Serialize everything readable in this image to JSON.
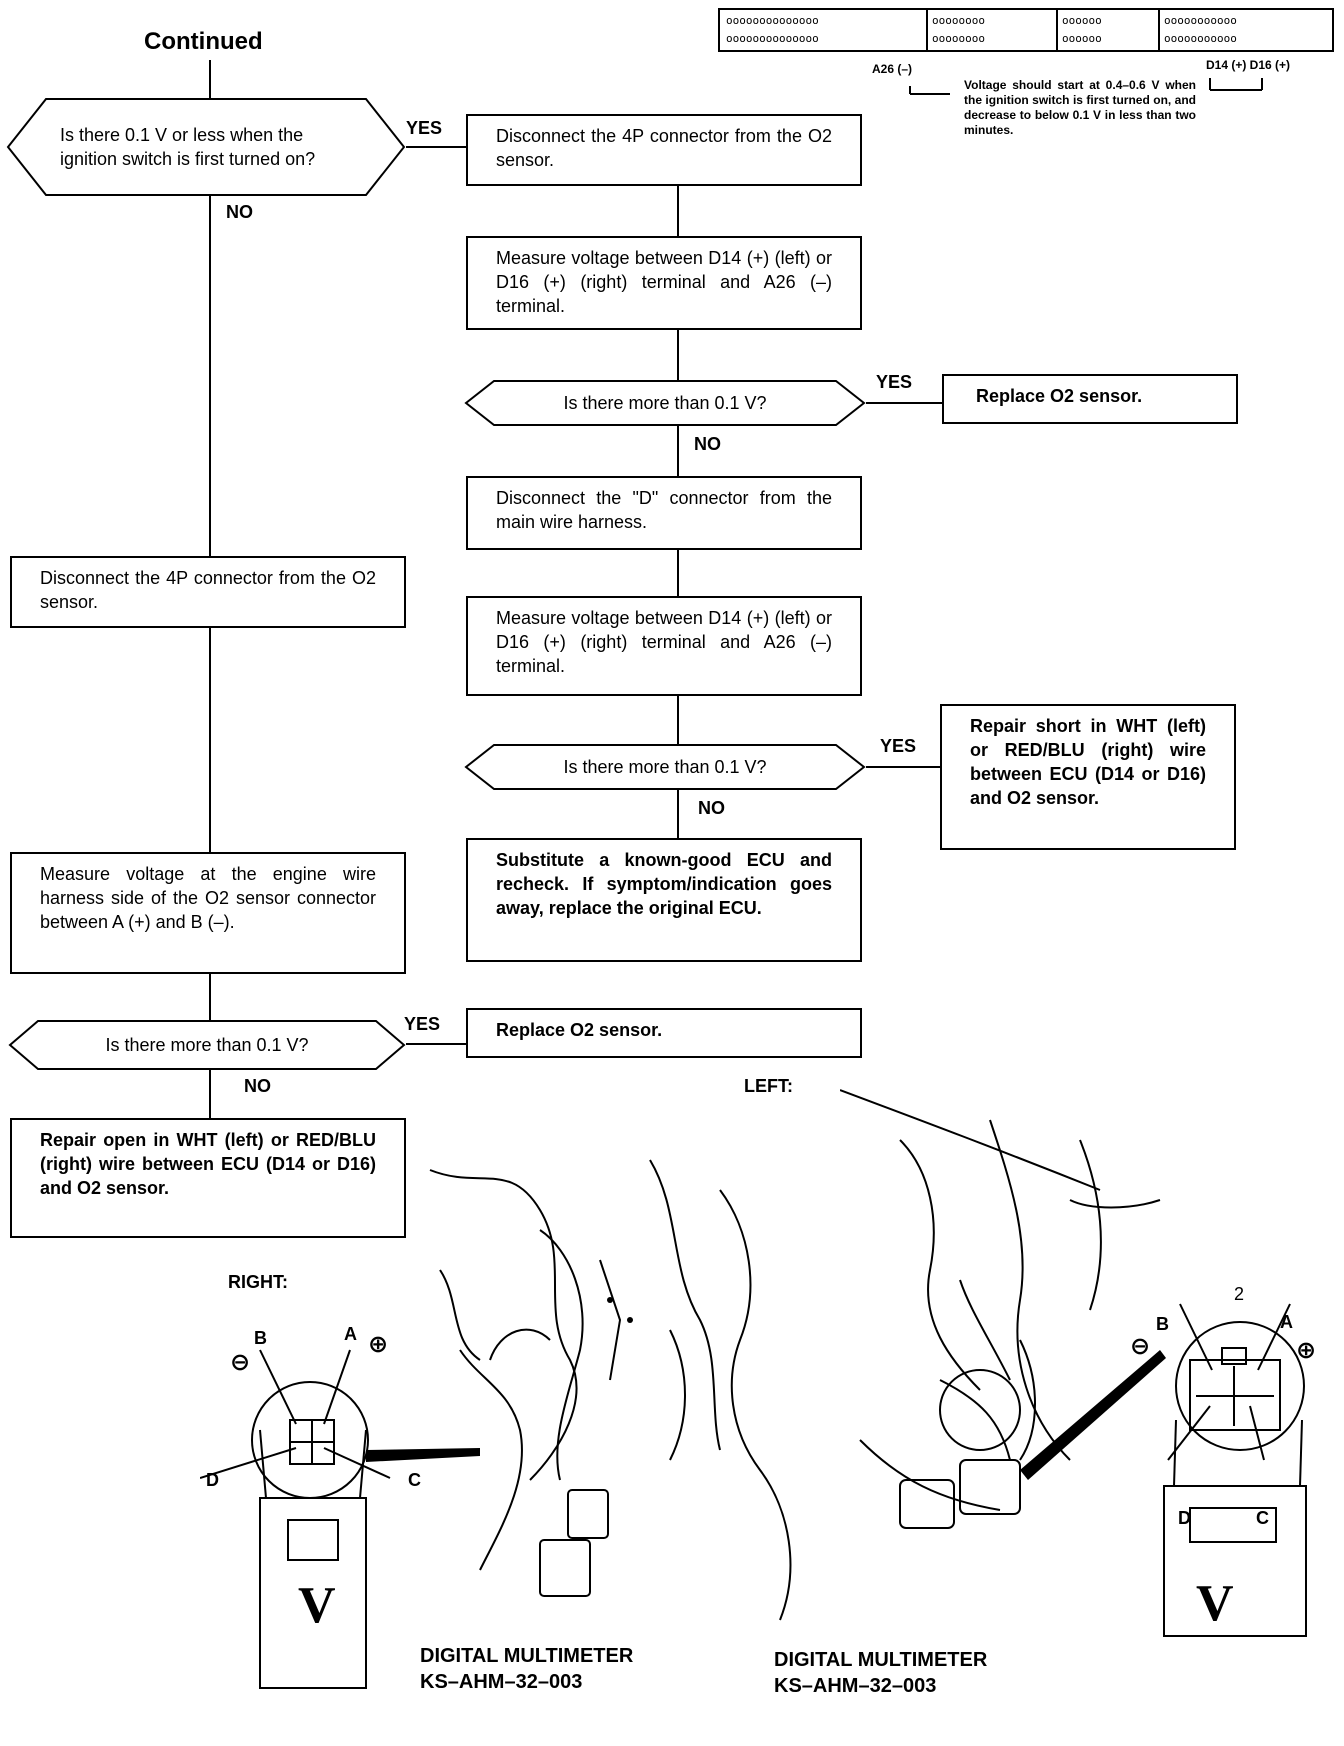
{
  "title": "Continued",
  "connector": {
    "pin_rows": [
      "oooooooooooooo",
      "oooooooo",
      "oooooo",
      "ooooooooooo"
    ],
    "label_a26": "A26 (–)",
    "label_d14_d16": "D14 (+) D16 (+)",
    "note": "Voltage should start at 0.4–0.6 V when the ignition switch is first turned on, and decrease to below 0.1 V in less than two minutes."
  },
  "flow": {
    "q1": "Is there 0.1 V or less when the ignition switch is first turned on?",
    "q1_yes": "YES",
    "q1_no": "NO",
    "r1": "Disconnect the 4P connector from the O2 sensor.",
    "r2": "Measure voltage between D14 (+) (left) or D16 (+) (right) terminal and A26 (–) terminal.",
    "q2": "Is there more than 0.1 V?",
    "q2_yes": "YES",
    "q2_no": "NO",
    "q2_yes_box": "Replace O2 sensor.",
    "r3": "Disconnect the \"D\" connector from the main wire harness.",
    "r4": "Measure voltage between D14 (+) (left) or D16 (+) (right) terminal and A26 (–) terminal.",
    "q3": "Is there more than 0.1 V?",
    "q3_yes": "YES",
    "q3_no": "NO",
    "q3_yes_box": "Repair short in WHT (left) or RED/BLU (right) wire between ECU (D14 or D16) and O2 sensor.",
    "r5": "Substitute a known-good ECU and recheck. If symptom/indication goes away, replace the original ECU.",
    "l1": "Disconnect the 4P connector from the O2 sensor.",
    "l2": "Measure voltage at the engine wire harness side of the O2 sensor connector between A (+) and B (–).",
    "q4": "Is there more than 0.1 V?",
    "q4_yes": "YES",
    "q4_no": "NO",
    "q4_yes_box": "Replace O2 sensor.",
    "l3": "Repair open in WHT (left) or RED/BLU (right) wire between ECU (D14 or D16) and O2 sensor."
  },
  "figures": {
    "right_label": "RIGHT:",
    "left_label": "LEFT:",
    "meter_caption_1": "DIGITAL MULTIMETER",
    "meter_caption_2": "KS–AHM–32–003",
    "meter_caption_left_1": "DIGITAL MULTIMETER",
    "meter_caption_left_2": "KS–AHM–32–003",
    "terminal_a": "A",
    "terminal_b": "B",
    "terminal_c": "C",
    "terminal_d": "D",
    "plus": "⊕",
    "minus": "⊖",
    "meter_v": "V",
    "callout_2": "2"
  }
}
